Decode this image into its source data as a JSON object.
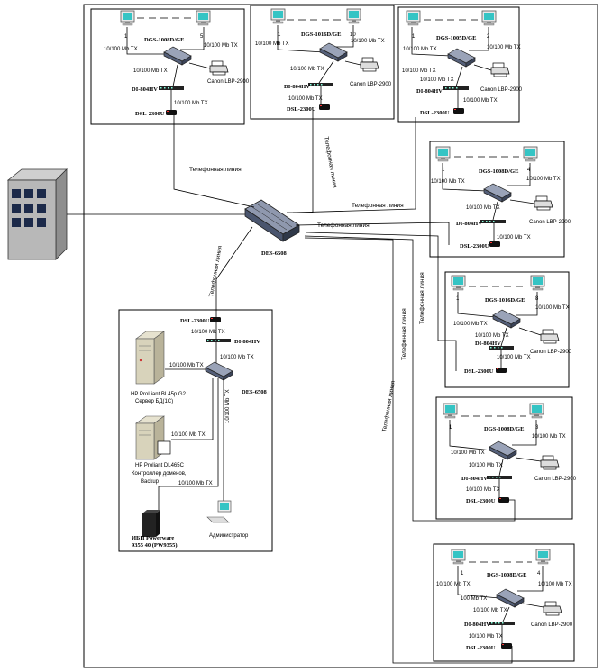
{
  "labels": {
    "switch_1008": "DGS-1008D/GE",
    "switch_1016": "DGS-1016D/GE",
    "switch_1005": "DGS-1005D/GE",
    "router": "DI-804HV",
    "modem": "DSL-2300U",
    "printer": "Canon LBP-2900",
    "speed": "10/100 Mb TX",
    "speed_short": "100 Mb TX",
    "phone_line": "Телефонная линия",
    "core_switch": "DES-6508",
    "core_switch_lower": "DES-6508"
  },
  "branches": {
    "b1": {
      "pc_left": "1",
      "pc_right": "5"
    },
    "b2": {
      "pc_left": "1",
      "pc_right": "10"
    },
    "b3": {
      "pc_left": "1",
      "pc_right": "2"
    },
    "b4": {
      "pc_left": "1",
      "pc_right": "4"
    },
    "b5": {
      "pc_left": "1",
      "pc_right": "8"
    },
    "b6": {
      "pc_left": "1",
      "pc_right": "3"
    },
    "b7": {
      "pc_left": "1",
      "pc_right": "4"
    }
  },
  "server_room": {
    "server1_line1": "HP ProLiant BL45p G2",
    "server1_line2": "Сервер БД(1С)",
    "server2_line1": "HP Proliant DL465C",
    "server2_line2": "Контроллер доменов,",
    "server2_line3": "Backup",
    "ups_line1": "ИБП Powerware",
    "ups_line2": "9355 40 (PW9355).",
    "admin": "Администратор"
  }
}
